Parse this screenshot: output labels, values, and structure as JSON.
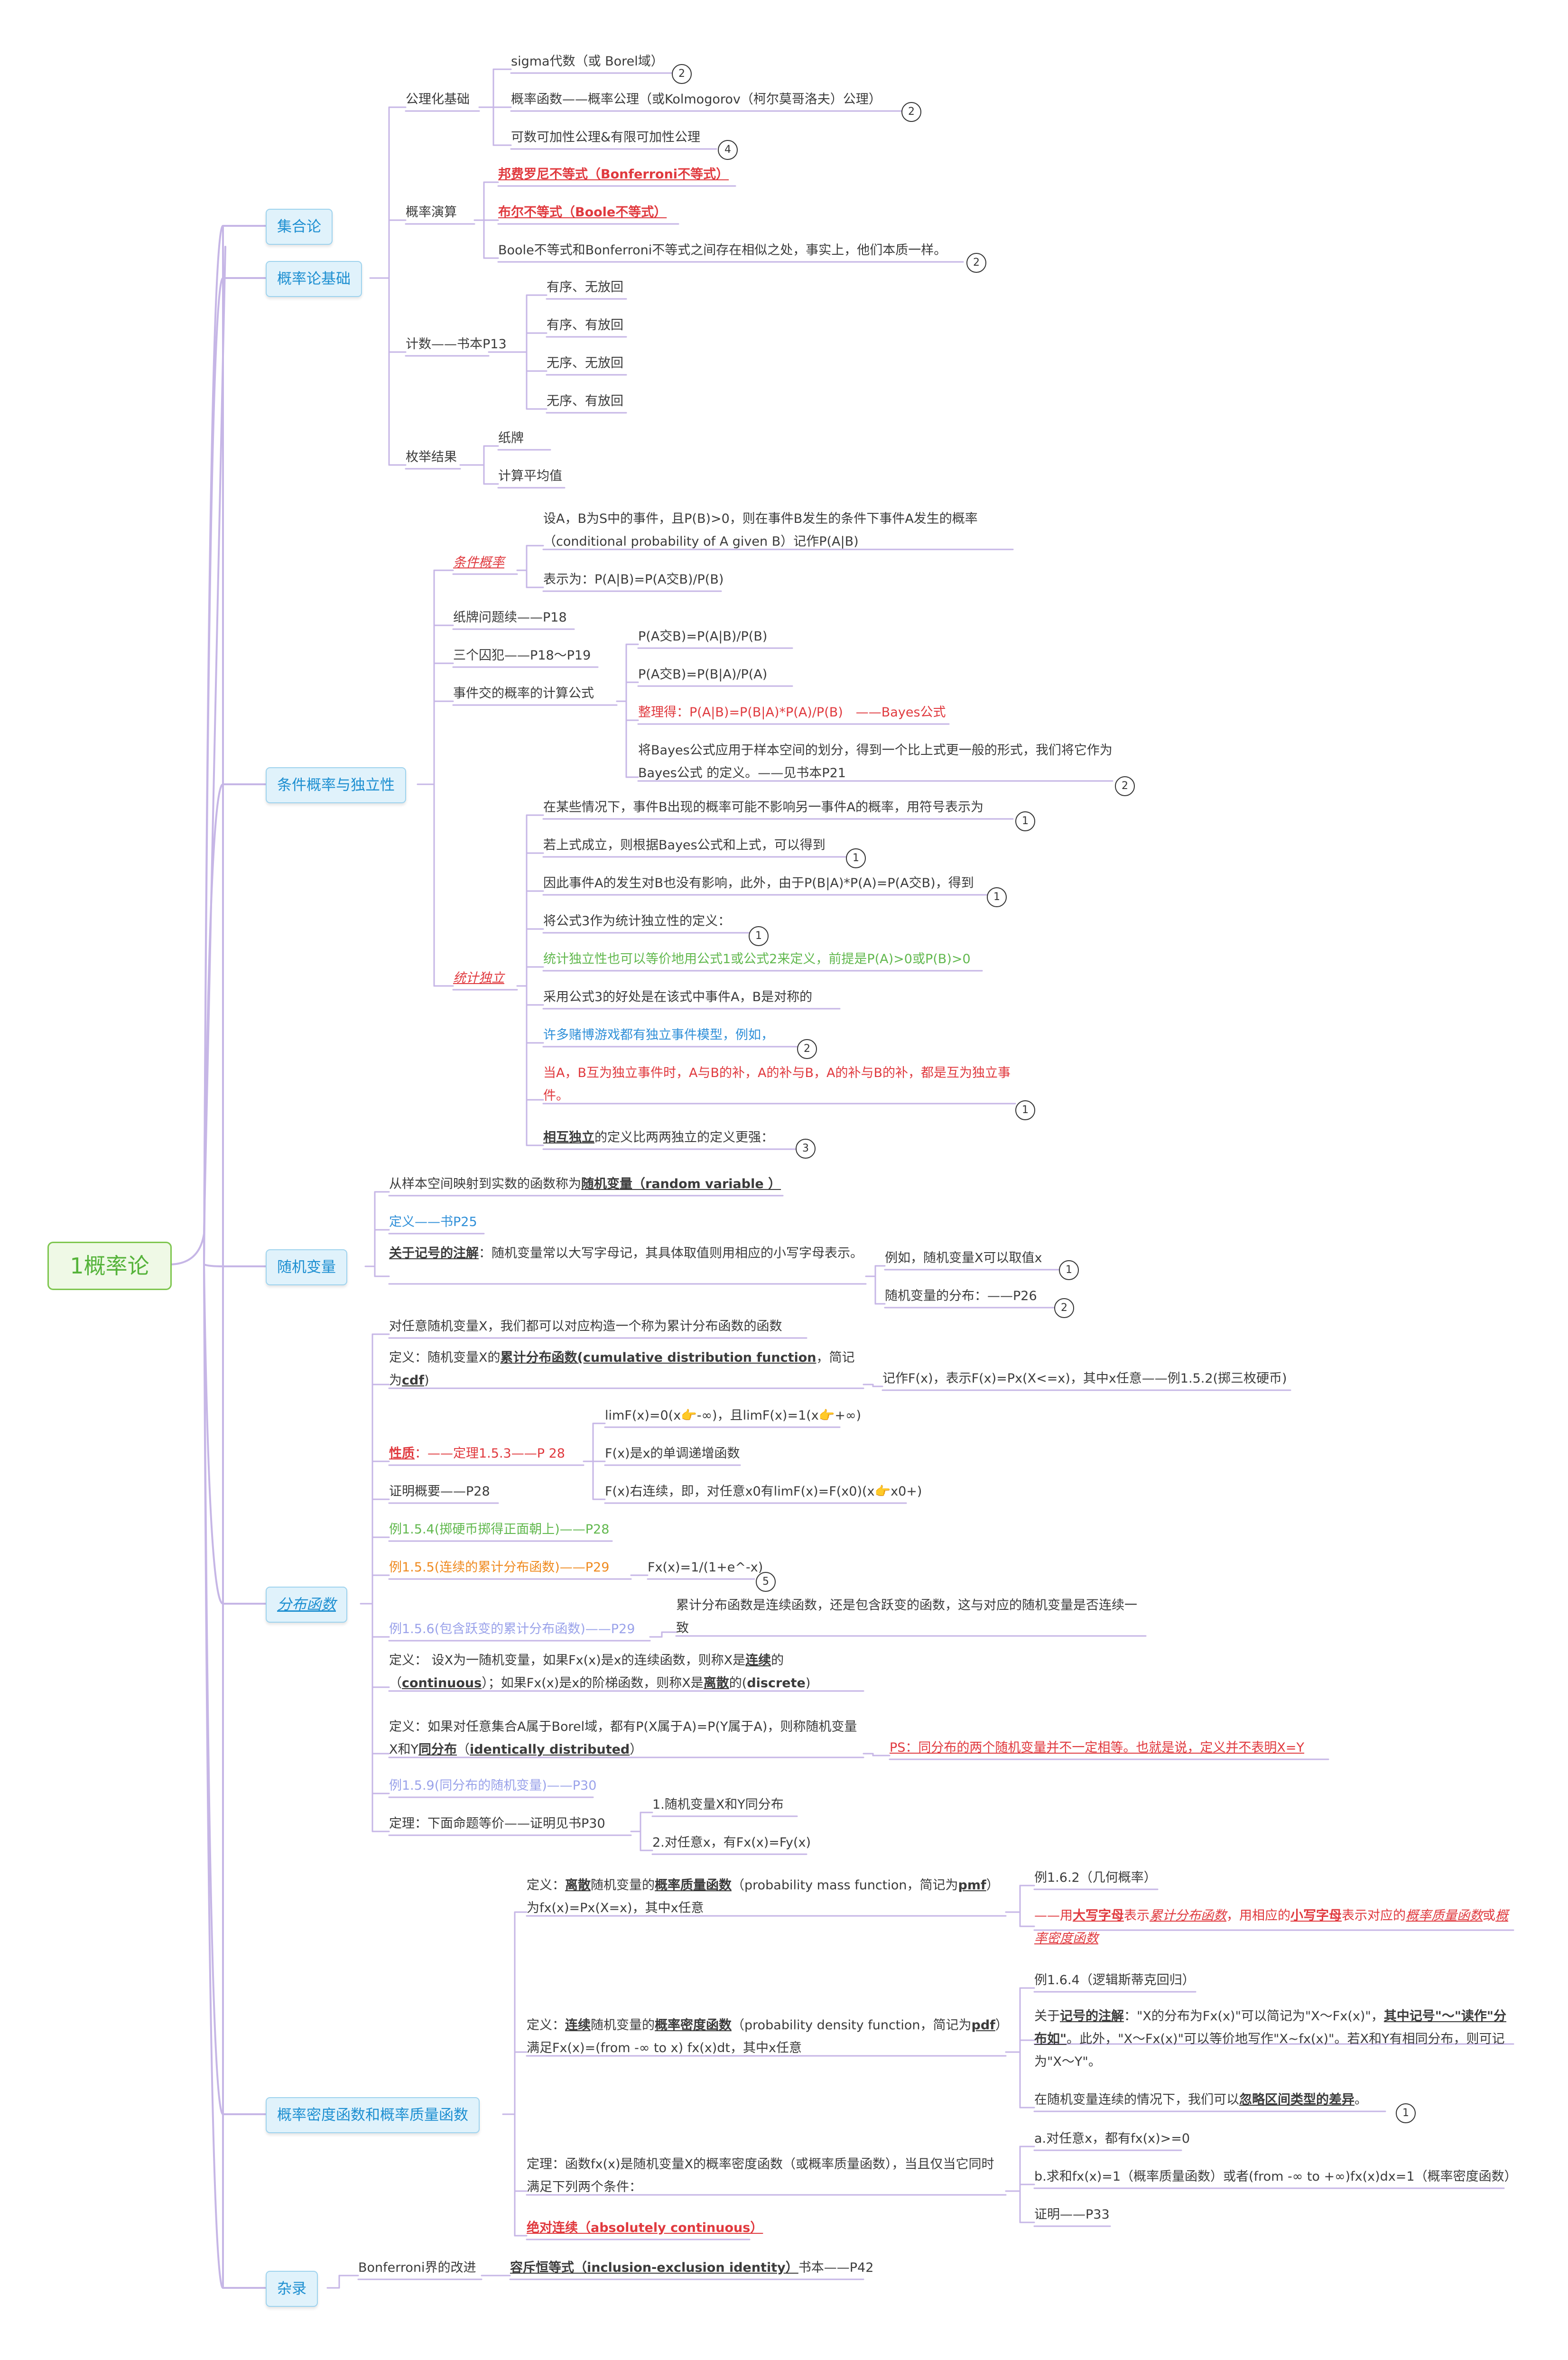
{
  "root": "1概率论",
  "categories": {
    "c1": "集合论",
    "c2": "概率论基础",
    "c3": "条件概率与独立性",
    "c4": "随机变量",
    "c5": "分布函数",
    "c6": "概率密度函数和概率质量函数",
    "c7": "杂录"
  },
  "prob_basics": {
    "axiom": "公理化基础",
    "sigma": "sigma代数（或 Borel域）",
    "probfunc": "概率函数——概率公理（或Kolmogorov（柯尔莫哥洛夫）公理）",
    "additive": "可数可加性公理&有限可加性公理",
    "calc": "概率演算",
    "bonferroni": "邦费罗尼不等式（Bonferroni不等式）",
    "boole": "布尔不等式（Boole不等式）",
    "boole_note": "Boole不等式和Bonferroni不等式之间存在相似之处，事实上，他们本质一样。",
    "counting": "计数——书本P13",
    "ordered_norep": "有序、无放回",
    "ordered_rep": "有序、有放回",
    "unordered_norep": "无序、无放回",
    "unordered_rep": "无序、有放回",
    "enum": "枚举结果",
    "cards": "纸牌",
    "mean": "计算平均值"
  },
  "conditional": {
    "cond_prob": "条件概率",
    "def_text": "设A，B为S中的事件，且P(B)>0，则在事件B发生的条件下事件A发生的概率（conditional probability of A given B）记作P(A|B)",
    "represent": "表示为：P(A|B)=P(A交B)/P(B)",
    "cards_cont": "纸牌问题续——P18",
    "prisoners": "三个囚犯——P18～P19",
    "intersection": "事件交的概率的计算公式",
    "f1": "P(A交B)=P(A|B)/P(B)",
    "f2": "P(A交B)=P(B|A)/P(A)",
    "bayes": "整理得：P(A|B)=P(B|A)*P(A)/P(B)　——Bayes公式",
    "bayes_general": "将Bayes公式应用于样本空间的划分，得到一个比上式更一般的形式，我们将它作为Bayes公式 的定义。——见书本P21",
    "independence": "统计独立",
    "ind1": "在某些情况下，事件B出现的概率可能不影响另一事件A的概率，用符号表示为",
    "ind2": "若上式成立，则根据Bayes公式和上式，可以得到",
    "ind3": "因此事件A的发生对B也没有影响，此外，由于P(B|A)*P(A)=P(A交B)，得到",
    "ind4": "将公式3作为统计独立性的定义：",
    "ind5": "统计独立性也可以等价地用公式1或公式2来定义，前提是P(A)>0或P(B)>0",
    "ind6": "采用公式3的好处是在该式中事件A，B是对称的",
    "ind7": "许多赌博游戏都有独立事件模型，例如，",
    "ind8": "当A，B互为独立事件时，A与B的补，A的补与B，A的补与B的补，都是互为独立事件。",
    "ind9_a": "相互独立",
    "ind9_b": "的定义比两两独立的定义更强："
  },
  "random_variable": {
    "rv1_a": "从样本空间映射到实数的函数称为",
    "rv1_b": "随机变量（random variable ）",
    "rv2": "定义——书P25",
    "rv3_a": "关于记号的注解",
    "rv3_b": "：随机变量常以大写字母记，其具体取值则用相应的小写字母表示。",
    "rv3_c1": "例如，随机变量X可以取值x",
    "rv3_c2": "随机变量的分布：——P26"
  },
  "distribution": {
    "d1": "对任意随机变量X，我们都可以对应构造一个称为累计分布函数的函数",
    "d2_a": "定义：随机变量X的",
    "d2_b": "累计分布函数(cumulative distribution function",
    "d2_c": "，简记为",
    "d2_d": "cdf",
    "d2_e": ")",
    "d2_note": "记作F(x)，表示F(x)=Px(X<=x)，其中x任意——例1.5.2(掷三枚硬币)",
    "props": "性质",
    "props_b": "：——定理1.5.3——P 28",
    "p1": "limF(x)=0(x👉-∞)，且limF(x)=1(x👉+∞)",
    "p2": "F(x)是x的单调递增函数",
    "p3": "F(x)右连续，即，对任意x0有limF(x)=F(x0)(x👉x0+)",
    "proof": "证明概要——P28",
    "ex154": "例1.5.4(掷硬币掷得正面朝上)——P28",
    "ex155": "例1.5.5(连续的累计分布函数)——P29",
    "ex155_f": "Fx(x)=1/(1+e^-x)",
    "ex156": "例1.5.6(包含跃变的累计分布函数)——P29",
    "ex156_note": "累计分布函数是连续函数，还是包含跃变的函数，这与对应的随机变量是否连续一致",
    "cont_a": "定义： 设X为一随机变量，如果Fx(x)是x的连续函数，则称X是",
    "cont_b": "连续",
    "cont_c": "的（",
    "cont_d": "continuous",
    "cont_e": "）；如果Fx(x)是x的阶梯函数，则称X是",
    "cont_f": "离散",
    "cont_g": "的(",
    "cont_h": "discrete",
    "cont_i": ")",
    "ident_a": "定义：如果对任意集合A属于Borel域，都有P(X属于A)=P(Y属于A)，则称随机变量X和Y",
    "ident_b": "同分布",
    "ident_c": "（",
    "ident_d": "identically distributed",
    "ident_e": "）",
    "ps": "PS：同分布的两个随机变量并不一定相等。也就是说，定义并不表明X=Y",
    "ex159": "例1.5.9(同分布的随机变量)——P30",
    "theorem": "定理：下面命题等价——证明见书P30",
    "th1": "1.随机变量X和Y同分布",
    "th2": "2.对任意x，有Fx(x)=Fy(x)"
  },
  "pdf_pmf": {
    "pmf_a": "定义：",
    "pmf_b": "离散",
    "pmf_c": "随机变量的",
    "pmf_d": "概率质量函数",
    "pmf_e": "（probability mass function，简记为",
    "pmf_f": "pmf",
    "pmf_g": "）为fx(x)=Px(X=x)，其中x任意",
    "ex162": "例1.6.2（几何概率）",
    "upper_a": "——用",
    "upper_b": "大写字母",
    "upper_c": "表示",
    "upper_d": "累计分布函数",
    "upper_e": "，用相应的",
    "upper_f": "小写字母",
    "upper_g": "表示对应的",
    "upper_h": "概率质量函数",
    "upper_i": "或",
    "upper_j": "概率密度函数",
    "pdf_a": "定义：",
    "pdf_b": "连续",
    "pdf_c": "随机变量的",
    "pdf_d": "概率密度函数",
    "pdf_e": "（probability density function，简记为",
    "pdf_f": "pdf",
    "pdf_g": "）满足Fx(x)=(from -∞ to x) fx(x)dt，其中x任意",
    "ex164": "例1.6.4（逻辑斯蒂克回归）",
    "note_a": "关于",
    "note_b": "记号的注解",
    "note_c": "：\"X的分布为Fx(x)\"可以简记为\"X～Fx(x)\"，",
    "note_d": "其中记号\"～\"读作\"分布如\"",
    "note_e": "。此外，\"X～Fx(x)\"可以等价地写作\"X~fx(x)\"。若X和Y有相同分布，则可记为\"X～Y\"。",
    "cont_note_a": "在随机变量连续的情况下，我们可以",
    "cont_note_b": "忽略区间类型的差异",
    "cont_note_c": "。",
    "theorem": "定理：函数fx(x)是随机变量X的概率密度函数（或概率质量函数），当且仅当它同时满足下列两个条件：",
    "ta": "a.对任意x，都有fx(x)>=0",
    "tb": "b.求和fx(x)=1（概率质量函数）或者(from -∞ to +∞)fx(x)dx=1（概率密度函数）",
    "tproof": "证明——P33",
    "abs": "绝对连续（absolutely continuous）"
  },
  "misc": {
    "m1": "Bonferroni界的改进",
    "m2_a": "容斥恒等式（inclusion-exclusion identity）",
    "m2_b": "书本——P42"
  },
  "badges": {
    "b1": "2",
    "b2": "2",
    "b3": "4",
    "b4": "2",
    "b5": "2",
    "b6": "1",
    "b7": "1",
    "b8": "1",
    "b9": "1",
    "b10": "2",
    "b11": "1",
    "b12": "3",
    "b13": "1",
    "b14": "2",
    "b15": "5",
    "b16": "1"
  }
}
